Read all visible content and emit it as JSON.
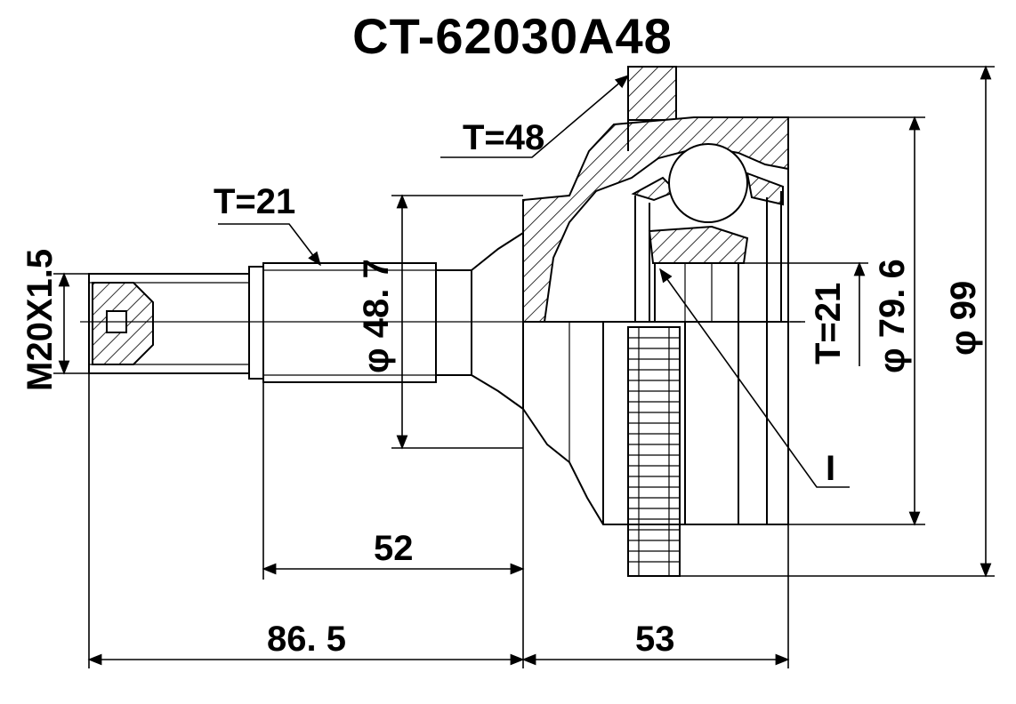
{
  "title": "CT-62030A48",
  "labels": {
    "spline_outer": "T=48",
    "spline_shaft": "T=21",
    "spline_inner": "T=21",
    "thread": "M20X1.5",
    "dia_shaft": "φ 48. 7",
    "dia_bell": "φ 79. 6",
    "dia_abs": "φ 99",
    "pointer": "I",
    "len_52": "52",
    "len_86_5": "86. 5",
    "len_53": "53"
  },
  "colors": {
    "line": "#000000",
    "background": "#ffffff"
  }
}
